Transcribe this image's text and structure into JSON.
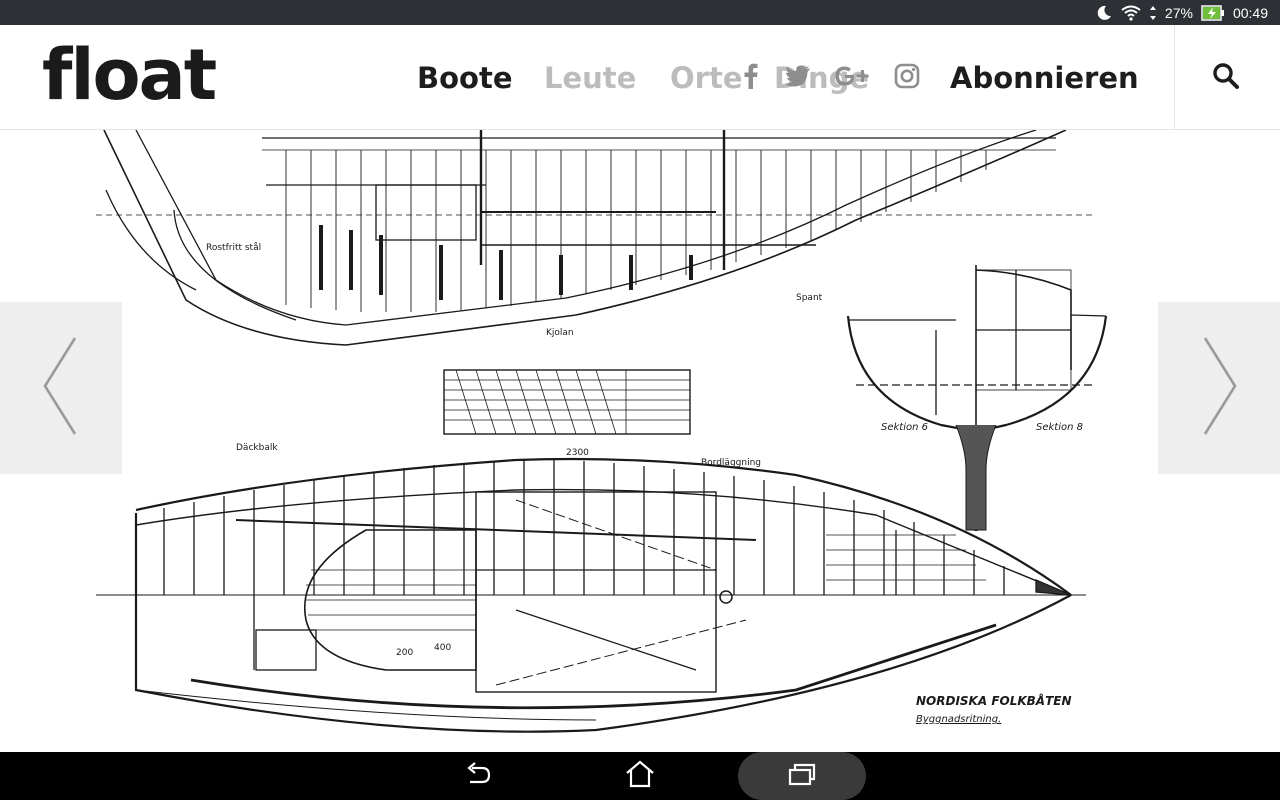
{
  "status_bar": {
    "battery_percent": "27%",
    "time": "00:49",
    "icons": [
      "moon-icon",
      "wifi-icon",
      "data-arrows-icon",
      "battery-charging-icon"
    ]
  },
  "header": {
    "logo": "float",
    "nav": {
      "boote": "Boote",
      "leute": "Leute",
      "orte": "Orte",
      "dinge": "Dinge",
      "abonnieren": "Abonnieren"
    },
    "social_icons": [
      "facebook-icon",
      "twitter-icon",
      "google-plus-icon",
      "instagram-icon"
    ],
    "search_icon": "search-icon"
  },
  "gallery": {
    "image_caption_line1": "NORDISKA FOLKBÅTEN",
    "image_caption_line2": "Byggnadsritning.",
    "section_left": "Sektion 6",
    "section_right": "Sektion 8",
    "prev_icon": "chevron-left-icon",
    "next_icon": "chevron-right-icon"
  },
  "nav_bar": {
    "icons": [
      "back-icon",
      "home-icon",
      "recents-icon"
    ]
  },
  "colors": {
    "status_bar": "#2d3035",
    "nav_active": "#1d1d1d",
    "nav_dim": "#bcbcbc",
    "arrow_panel": "#eeeeee",
    "system_nav": "#000000"
  }
}
